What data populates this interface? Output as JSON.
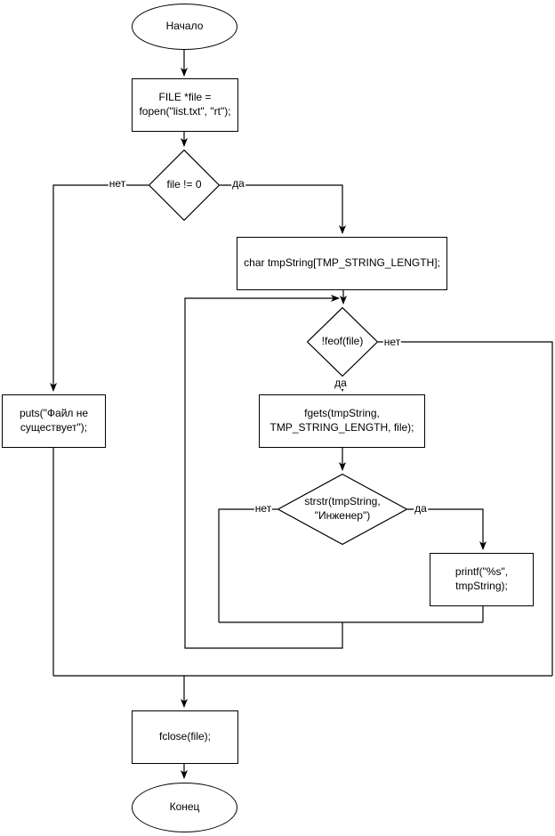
{
  "diagram": {
    "kind": "flowchart",
    "language": "ru",
    "colors": {
      "stroke": "#000000",
      "fill": "#ffffff",
      "text": "#000000",
      "background": "#ffffff"
    },
    "nodes": {
      "start": {
        "label": "Начало"
      },
      "open_file": {
        "lines": [
          "FILE *file =",
          "fopen(\"list.txt\", \"rt\");"
        ]
      },
      "check_file": {
        "label": "file != 0"
      },
      "declare_buffer": {
        "label": "char tmpString[TMP_STRING_LENGTH];"
      },
      "check_eof": {
        "label": "!feof(file)"
      },
      "read_line": {
        "lines": [
          "fgets(tmpString,",
          "TMP_STRING_LENGTH, file);"
        ]
      },
      "check_match": {
        "lines": [
          "strstr(tmpString,",
          "\"Инженер\")"
        ]
      },
      "print_line": {
        "lines": [
          "printf(\"%s\",",
          "tmpString);"
        ]
      },
      "file_missing": {
        "lines": [
          "puts(\"Файл не",
          "существует\");"
        ]
      },
      "close_file": {
        "label": "fclose(file);"
      },
      "end": {
        "label": "Конец"
      }
    },
    "edge_labels": {
      "check_file_no": "нет",
      "check_file_yes": "да",
      "check_eof_no": "нет",
      "check_eof_yes": "да",
      "check_match_no": "нет",
      "check_match_yes": "да"
    }
  }
}
